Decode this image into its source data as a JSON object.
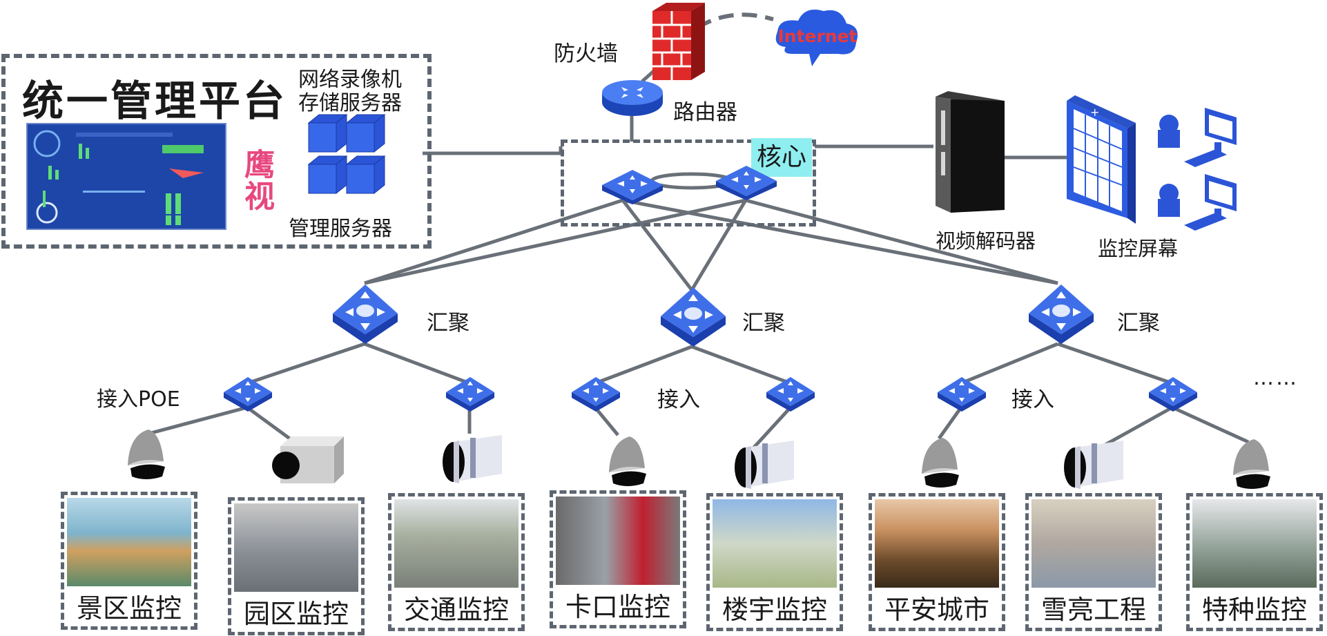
{
  "platform": {
    "title": "统一管理平台",
    "brand": "鹰视",
    "nvr_label": "网络录像机",
    "storage_label": "存储服务器",
    "mgmt_label": "管理服务器"
  },
  "network": {
    "firewall": "防火墙",
    "internet": "Internet",
    "router": "路由器",
    "core": "核心",
    "decoder": "视频解码器",
    "monitor_screen": "监控屏幕",
    "aggregation": [
      "汇聚",
      "汇聚",
      "汇聚"
    ],
    "access": [
      "接入POE",
      "接入",
      "接入"
    ],
    "more": "……"
  },
  "scenes": [
    "景区监控",
    "园区监控",
    "交通监控",
    "卡口监控",
    "楼宇监控",
    "平安城市",
    "雪亮工程",
    "特种监控"
  ]
}
